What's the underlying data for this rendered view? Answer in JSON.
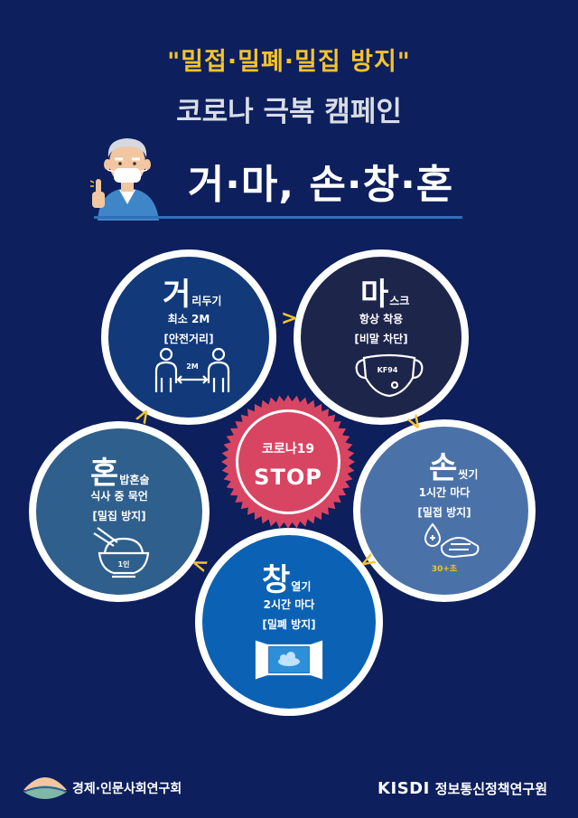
{
  "header": {
    "subtitle": "\"밀접·밀폐·밀집 방지\"",
    "campaign_title": "코로나 극복 캠페인",
    "slogan": "거·마, 손·창·혼"
  },
  "center_badge": {
    "top_text": "코로나19",
    "main_text": "STOP",
    "color": "#d84562"
  },
  "items": [
    {
      "key": "geo",
      "big": "거",
      "small": "리두기",
      "line1": "최소 2M",
      "line2": "[안전거리]",
      "icon": "distance-people-icon",
      "icon_label": "2M",
      "color": "#123a7a"
    },
    {
      "key": "ma",
      "big": "마",
      "small": "스크",
      "line1": "항상 착용",
      "line2": "[비말 차단]",
      "icon": "mask-icon",
      "icon_label": "KF94",
      "color": "#1d254b"
    },
    {
      "key": "son",
      "big": "손",
      "small": "씻기",
      "line1": "1시간 마다",
      "line2": "[밀접 방지]",
      "icon": "hand-wash-icon",
      "icon_label": "30+초",
      "color": "#4b72a8"
    },
    {
      "key": "chang",
      "big": "창",
      "small": "열기",
      "line1": "2시간 마다",
      "line2": "[밀폐 방지]",
      "icon": "open-window-icon",
      "icon_label": "",
      "color": "#0b62b4"
    },
    {
      "key": "hon",
      "big": "혼",
      "small": "밥혼술",
      "line1": "식사 중 묵언",
      "line2": "[밀집 방지]",
      "icon": "rice-bowl-icon",
      "icon_label": "1인",
      "color": "#2f5f8c"
    }
  ],
  "footer": {
    "left_org": "경제·인문사회연구회",
    "right_abbr": "KISDI",
    "right_org": "정보통신정책연구원"
  },
  "colors": {
    "background": "#0d1f5c",
    "accent_yellow": "#f5c32c"
  }
}
